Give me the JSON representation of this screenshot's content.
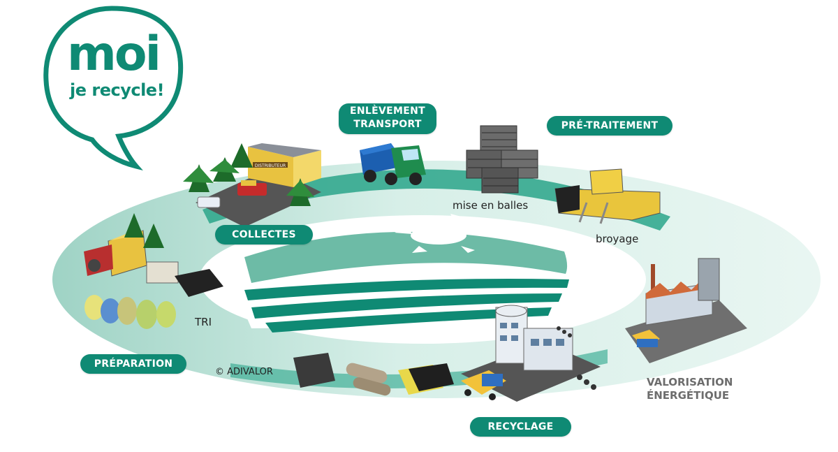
{
  "logo": {
    "line1": "moi",
    "line2": "je recycle!"
  },
  "stages": {
    "enlevement_line1": "ENLÈVEMENT",
    "enlevement_line2": "TRANSPORT",
    "pretraitement": "PRÉ-TRAITEMENT",
    "collectes": "COLLECTES",
    "preparation": "PRÉPARATION",
    "recyclage": "RECYCLAGE"
  },
  "captions": {
    "mise_en_balles": "mise en balles",
    "broyage": "broyage",
    "tri": "TRI",
    "valorisation_line1": "VALORISATION",
    "valorisation_line2": "ÉNERGÉTIQUE",
    "copyright": "© ADIVALOR"
  },
  "building_sign": "DISTRIBUTEUR",
  "colors": {
    "brand_green": "#0f8a74",
    "light_green": "#bfe3d9",
    "grey_text": "#6d6d6d"
  }
}
